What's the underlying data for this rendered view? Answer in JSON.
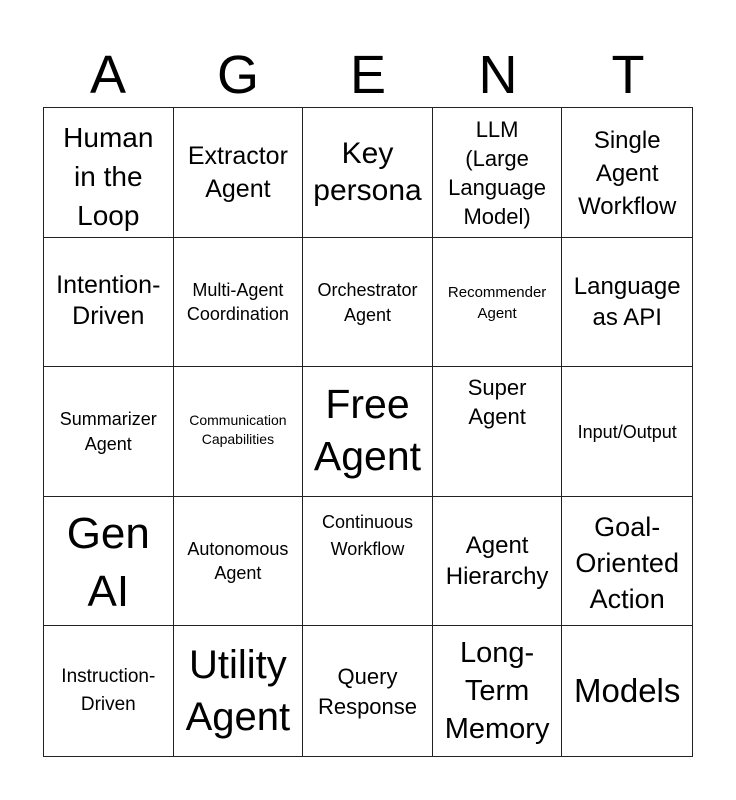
{
  "header": {
    "letters": [
      "A",
      "G",
      "E",
      "N",
      "T"
    ]
  },
  "cells": [
    "Human\nin the\nLoop",
    "Extractor\nAgent",
    "Key\npersona",
    "LLM\n(Large\nLanguage\nModel)",
    "Single\nAgent\nWorkflow",
    "Intention-\nDriven",
    "Multi-Agent\nCoordination",
    "Orchestrator\nAgent",
    "Recommender\nAgent",
    "Language\nas API",
    "Summarizer\nAgent",
    "Communication\nCapabilities",
    "Free\nAgent",
    "Super\nAgent",
    "Input/Output",
    "Gen\nAI",
    "Autonomous\nAgent",
    "Continuous\nWorkflow",
    "Agent\nHierarchy",
    "Goal-\nOriented\nAction",
    "Instruction-\nDriven",
    "Utility\nAgent",
    "Query\nResponse",
    "Long-\nTerm\nMemory",
    "Models"
  ]
}
